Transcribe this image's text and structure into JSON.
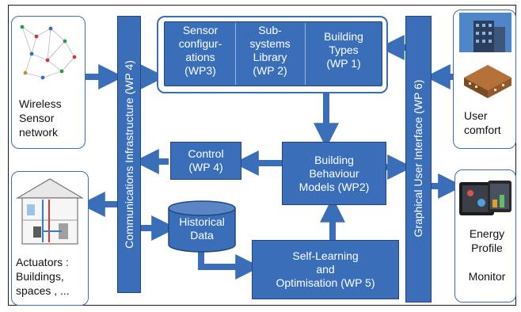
{
  "diagram": {
    "comms_infrastructure": "Communications Infrastructure (WP 4)",
    "gui": "Graphical User Interface (WP 6)",
    "sensor_configurations": [
      "Sensor",
      "configur-",
      "ations",
      "(WP3)"
    ],
    "subsystems_library": [
      "Sub-",
      "systems",
      "Library",
      "(WP 2)"
    ],
    "building_types": [
      "Building",
      "Types",
      "(WP 1)"
    ],
    "control": [
      "Control",
      "(WP 4)"
    ],
    "behaviour_models": [
      "Building",
      "Behaviour",
      "Models (WP2)"
    ],
    "historical_data": [
      "Historical",
      "Data"
    ],
    "self_learning": [
      "Self-Learning",
      "and",
      "Optimisation (WP 5)"
    ],
    "wireless_sensor": [
      "Wireless",
      "Sensor",
      "network"
    ],
    "actuators": [
      "Actuators :",
      "Buildings,",
      "spaces , ..."
    ],
    "user_comfort": [
      "User",
      "comfort"
    ],
    "energy_profile": [
      "Energy",
      "Profile",
      "",
      "Monitor"
    ]
  },
  "colors": {
    "box_fill": "#3a6eb8",
    "box_border": "#22477d",
    "arrow": "#3a6eb8"
  }
}
